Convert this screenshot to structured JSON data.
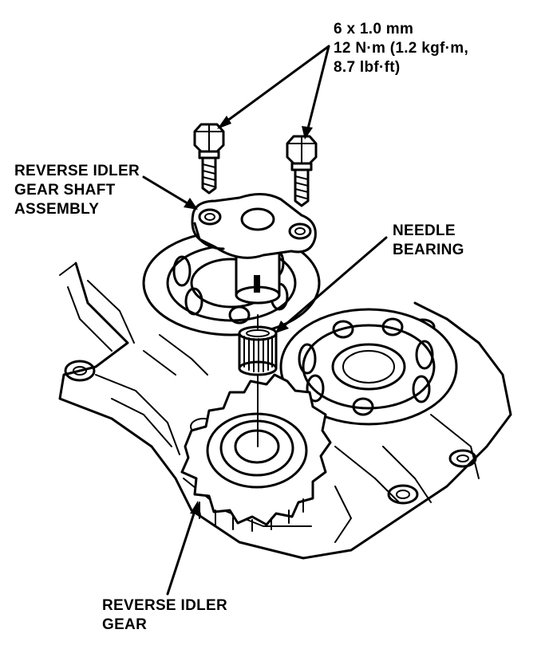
{
  "labels": {
    "bolt_spec": [
      "6 x 1.0 mm",
      "12 N·m (1.2 kgf·m,",
      "8.7 lbf·ft)"
    ],
    "shaft_assembly": [
      "REVERSE IDLER",
      "GEAR SHAFT",
      "ASSEMBLY"
    ],
    "needle_bearing": [
      "NEEDLE",
      "BEARING"
    ],
    "idler_gear": [
      "REVERSE IDLER",
      "GEAR"
    ]
  },
  "parts": {
    "bolts": [
      "bolt-left",
      "bolt-right"
    ],
    "shaft": "reverse-idler-gear-shaft-assembly",
    "bearing": "needle-bearing",
    "gear": "reverse-idler-gear",
    "case": "transmission-case"
  }
}
